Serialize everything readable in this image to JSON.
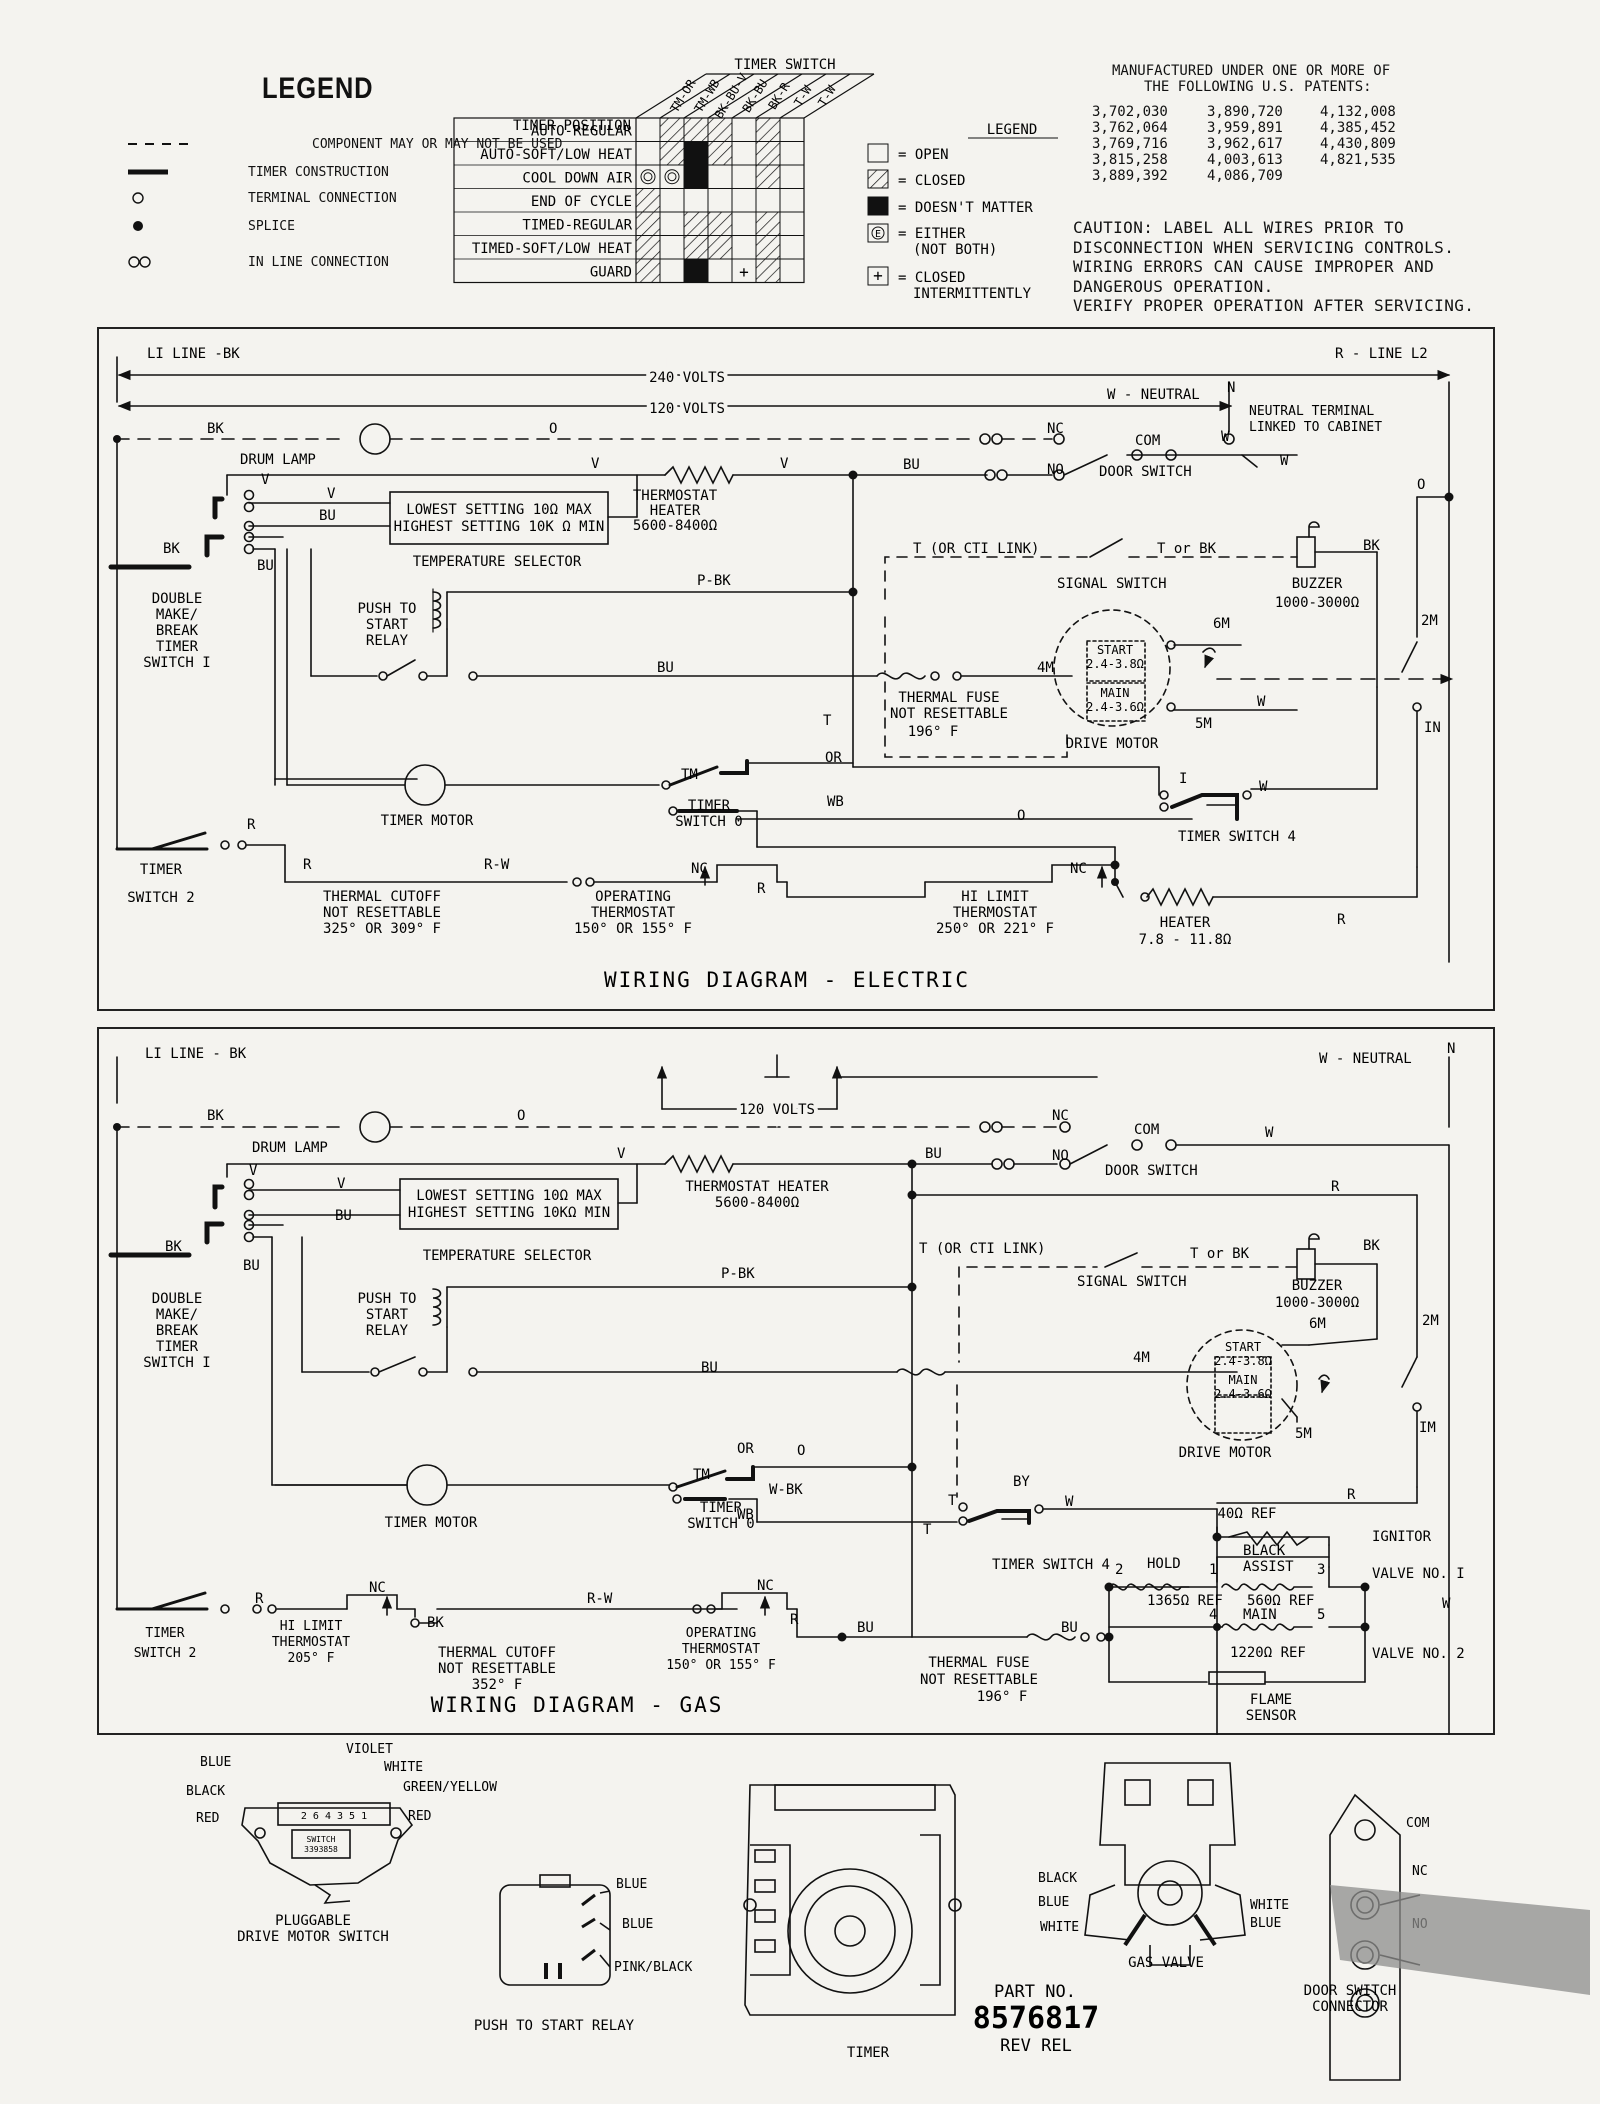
{
  "legend": {
    "title": "LEGEND",
    "items": [
      {
        "label": "COMPONENT MAY OR MAY NOT BE USED",
        "symbol": "dashed-line"
      },
      {
        "label": "TIMER CONSTRUCTION",
        "symbol": "thick-line"
      },
      {
        "label": "TERMINAL CONNECTION",
        "symbol": "open-circle"
      },
      {
        "label": "SPLICE",
        "symbol": "filled-dot"
      },
      {
        "label": "IN LINE CONNECTION",
        "symbol": "double-circle"
      }
    ]
  },
  "timer_chart": {
    "title": "TIMER SWITCH",
    "position_header": "TIMER POSITION",
    "columns": [
      "TM-OR",
      "TM-WB",
      "BK-BU-V",
      "BK-BU",
      "BK-R",
      "T-W",
      "T-W"
    ],
    "rows": [
      {
        "label": "AUTO-REGULAR",
        "cells": [
          "O",
          "C",
          "C",
          "C",
          "O",
          "C",
          "O"
        ]
      },
      {
        "label": "AUTO-SOFT/LOW HEAT",
        "cells": [
          "O",
          "C",
          "D",
          "C",
          "O",
          "C",
          "O"
        ]
      },
      {
        "label": "COOL DOWN   AIR",
        "cells": [
          "E",
          "E",
          "D",
          "O",
          "O",
          "C",
          "O"
        ]
      },
      {
        "label": "END OF CYCLE",
        "cells": [
          "C",
          "O",
          "O",
          "O",
          "O",
          "O",
          "O"
        ]
      },
      {
        "label": "TIMED-REGULAR",
        "cells": [
          "C",
          "O",
          "C",
          "C",
          "O",
          "C",
          "O"
        ]
      },
      {
        "label": "TIMED-SOFT/LOW HEAT",
        "cells": [
          "C",
          "O",
          "C",
          "C",
          "O",
          "C",
          "O"
        ]
      },
      {
        "label": "GUARD",
        "cells": [
          "C",
          "O",
          "D",
          "O",
          "I",
          "C",
          "O"
        ]
      }
    ],
    "key_title": "LEGEND",
    "key": [
      {
        "code": "O",
        "label": "= OPEN"
      },
      {
        "code": "C",
        "label": "= CLOSED"
      },
      {
        "code": "D",
        "label": "= DOESN'T MATTER"
      },
      {
        "code": "E",
        "label": "= EITHER",
        "label2": "(NOT BOTH)"
      },
      {
        "code": "I",
        "label": "= CLOSED",
        "label2": "INTERMITTENTLY"
      }
    ]
  },
  "patents": {
    "heading1": "MANUFACTURED UNDER ONE OR MORE OF",
    "heading2": "THE FOLLOWING U.S. PATENTS:",
    "numbers": [
      "3,702,030",
      "3,890,720",
      "4,132,008",
      "3,762,064",
      "3,959,891",
      "4,385,452",
      "3,769,716",
      "3,962,617",
      "4,430,809",
      "3,815,258",
      "4,003,613",
      "4,821,535",
      "3,889,392",
      "4,086,709",
      ""
    ]
  },
  "caution": [
    "CAUTION: LABEL ALL WIRES PRIOR TO",
    "DISCONNECTION WHEN SERVICING CONTROLS.",
    "WIRING ERRORS CAN CAUSE IMPROPER AND",
    "DANGEROUS OPERATION.",
    "VERIFY PROPER OPERATION AFTER SERVICING."
  ],
  "electric": {
    "title": "WIRING DIAGRAM - ELECTRIC",
    "l1": "LI LINE -BK",
    "l2": "R - LINE L2",
    "v240": "240 VOLTS",
    "v120": "120 VOLTS",
    "neutral": "W - NEUTRAL",
    "n": "N",
    "neutral_terminal": "NEUTRAL TERMINAL",
    "linked": "LINKED TO CABINET",
    "bk": "BK",
    "o": "O",
    "v": "V",
    "bu": "BU",
    "w": "W",
    "r": "R",
    "t": "T",
    "pbk": "P-BK",
    "rw": "R-W",
    "wb": "WB",
    "or": "OR",
    "tm": "TM",
    "nc": "NC",
    "no": "NO",
    "com": "COM",
    "m2": "2M",
    "m4": "4M",
    "m5": "5M",
    "m6": "6M",
    "in": "IN",
    "mi": "I",
    "drum_lamp": "DRUM LAMP",
    "door_switch": "DOOR SWITCH",
    "thermostat_heater": [
      "THERMOSTAT",
      "HEATER",
      "5600-8400Ω"
    ],
    "selector_low": "LOWEST SETTING  10Ω MAX",
    "selector_high": "HIGHEST SETTING  10K Ω MIN",
    "temperature_selector": "TEMPERATURE SELECTOR",
    "timer_switch_1": [
      "DOUBLE",
      "MAKE/",
      "BREAK",
      "TIMER",
      "SWITCH I"
    ],
    "push_to_start": [
      "PUSH TO",
      "START",
      "RELAY"
    ],
    "ct_link": "T (OR CTI LINK)",
    "t_or_bk": "T or BK",
    "signal_switch": "SIGNAL SWITCH",
    "buzzer": [
      "BUZZER",
      "1000-3000Ω"
    ],
    "motor_start": [
      "START",
      "2.4-3.8Ω"
    ],
    "motor_main": [
      "MAIN",
      "2.4-3.6Ω"
    ],
    "thermal_fuse": [
      "THERMAL FUSE",
      "NOT RESETTABLE",
      "196° F"
    ],
    "drive_motor": "DRIVE MOTOR",
    "timer_motor": "TIMER MOTOR",
    "timer_switch_0": [
      "TIMER",
      "SWITCH 0"
    ],
    "timer_switch_4": "TIMER SWITCH 4",
    "timer_switch_2": [
      "TIMER",
      "SWITCH 2"
    ],
    "thermal_cutoff": [
      "THERMAL CUTOFF",
      "NOT RESETTABLE",
      "325° OR 309° F"
    ],
    "operating_thermostat": [
      "OPERATING",
      "THERMOSTAT",
      "150° OR 155° F"
    ],
    "hi_limit": [
      "HI LIMIT",
      "THERMOSTAT",
      "250° OR 221° F"
    ],
    "heater": [
      "HEATER",
      "7.8 - 11.8Ω"
    ]
  },
  "gas": {
    "title": "WIRING DIAGRAM - GAS",
    "l1": "LI LINE - BK",
    "neutral": "W - NEUTRAL",
    "n": "N",
    "v120": "120 VOLTS",
    "bk": "BK",
    "o": "O",
    "v": "V",
    "bu": "BU",
    "w": "W",
    "r": "R",
    "t": "T",
    "pbk": "P-BK",
    "rw": "R-W",
    "wb": "WB",
    "wbk": "W-BK",
    "or": "OR",
    "tm": "TM",
    "nc": "NC",
    "no": "NO",
    "com": "COM",
    "by": "BY",
    "m2": "2M",
    "m4": "4M",
    "m5": "5M",
    "m6": "6M",
    "im": "IM",
    "drum_lamp": "DRUM LAMP",
    "door_switch": "DOOR SWITCH",
    "thermostat_heater": [
      "THERMOSTAT HEATER",
      "5600-8400Ω"
    ],
    "selector_low": "LOWEST SETTING  10Ω MAX",
    "selector_high": "HIGHEST SETTING  10KΩ MIN",
    "temperature_selector": "TEMPERATURE SELECTOR",
    "timer_switch_1": [
      "DOUBLE",
      "MAKE/",
      "BREAK",
      "TIMER",
      "SWITCH I"
    ],
    "push_to_start": [
      "PUSH TO",
      "START",
      "RELAY"
    ],
    "ct_link": "T (OR CTI LINK)",
    "t_or_bk": "T or BK",
    "signal_switch": "SIGNAL SWITCH",
    "buzzer": [
      "BUZZER",
      "1000-3000Ω"
    ],
    "motor_start": [
      "START",
      "2.4-3.8Ω"
    ],
    "motor_main": [
      "MAIN",
      "2.4-3.6Ω"
    ],
    "drive_motor": "DRIVE MOTOR",
    "timer_motor": "TIMER MOTOR",
    "timer_switch_0": [
      "TIMER",
      "SWITCH 0"
    ],
    "timer_switch_4": "TIMER SWITCH 4",
    "timer_switch_2": [
      "TIMER",
      "SWITCH 2"
    ],
    "hi_limit": [
      "HI LIMIT",
      "THERMOSTAT",
      "205° F"
    ],
    "thermal_cutoff": [
      "THERMAL CUTOFF",
      "NOT RESETTABLE",
      "352° F"
    ],
    "operating_thermostat": [
      "OPERATING",
      "THERMOSTAT",
      "150° OR 155° F"
    ],
    "thermal_fuse": [
      "THERMAL FUSE",
      "NOT RESETTABLE",
      "196° F"
    ],
    "ref40": "40Ω REF",
    "ignitor": "IGNITOR",
    "hold": "HOLD",
    "black": "BLACK",
    "assist": "ASSIST",
    "hold_val": "1365Ω  REF",
    "assist_val": "560Ω  REF",
    "main": "MAIN",
    "main_val": "1220Ω  REF",
    "valve1": "VALVE NO. I",
    "valve2": "VALVE NO. 2",
    "flame_sensor": [
      "FLAME",
      "SENSOR"
    ],
    "t1": "1",
    "t2": "2",
    "t3": "3",
    "t4": "4",
    "t5": "5"
  },
  "bottom": {
    "motor_switch_labels": [
      "BLUE",
      "BLACK",
      "RED",
      "VIOLET",
      "WHITE",
      "GREEN/YELLOW",
      "RED"
    ],
    "motor_switch_pins": "2 6  4 3  5 1",
    "motor_switch_badge": [
      "SWITCH",
      "3393858"
    ],
    "pluggable": [
      "PLUGGABLE",
      "DRIVE MOTOR SWITCH"
    ],
    "relay_labels": [
      "BLUE",
      "BLUE",
      "PINK/BLACK"
    ],
    "relay_caption": "PUSH TO START RELAY",
    "timer_caption": "TIMER",
    "part_no": "PART NO.",
    "part_number": "8576817",
    "rev": "REV REL",
    "gas_valve_labels": [
      "BLACK",
      "BLUE",
      "WHITE",
      "WHITE",
      "BLUE"
    ],
    "gas_valve_caption": "GAS VALVE",
    "door_switch_labels": [
      "COM",
      "NC",
      "NO"
    ],
    "door_switch_caption": [
      "DOOR SWITCH",
      "CONNECTOR"
    ]
  }
}
